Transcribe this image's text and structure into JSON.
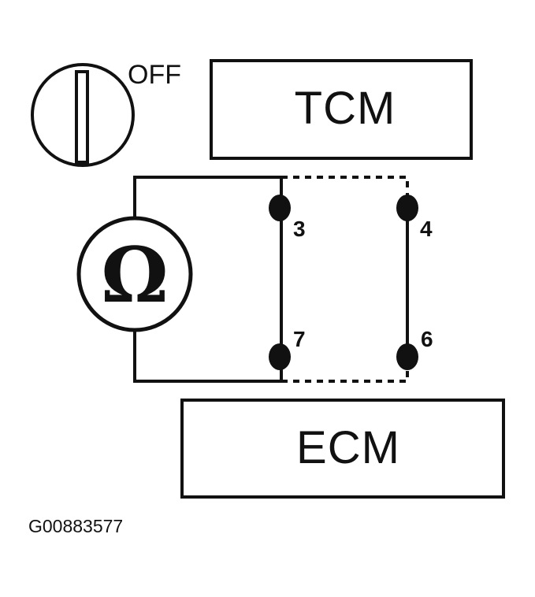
{
  "switch": {
    "state_label": "OFF",
    "icon": "ignition-key-switch-icon"
  },
  "modules": {
    "tcm_label": "TCM",
    "ecm_label": "ECM"
  },
  "meter": {
    "symbol": "Ω",
    "icon": "ohmmeter-icon"
  },
  "pins": {
    "p3": "3",
    "p4": "4",
    "p6": "6",
    "p7": "7"
  },
  "figure_ref": "G00883577",
  "colors": {
    "ink": "#111111",
    "background": "#ffffff"
  }
}
